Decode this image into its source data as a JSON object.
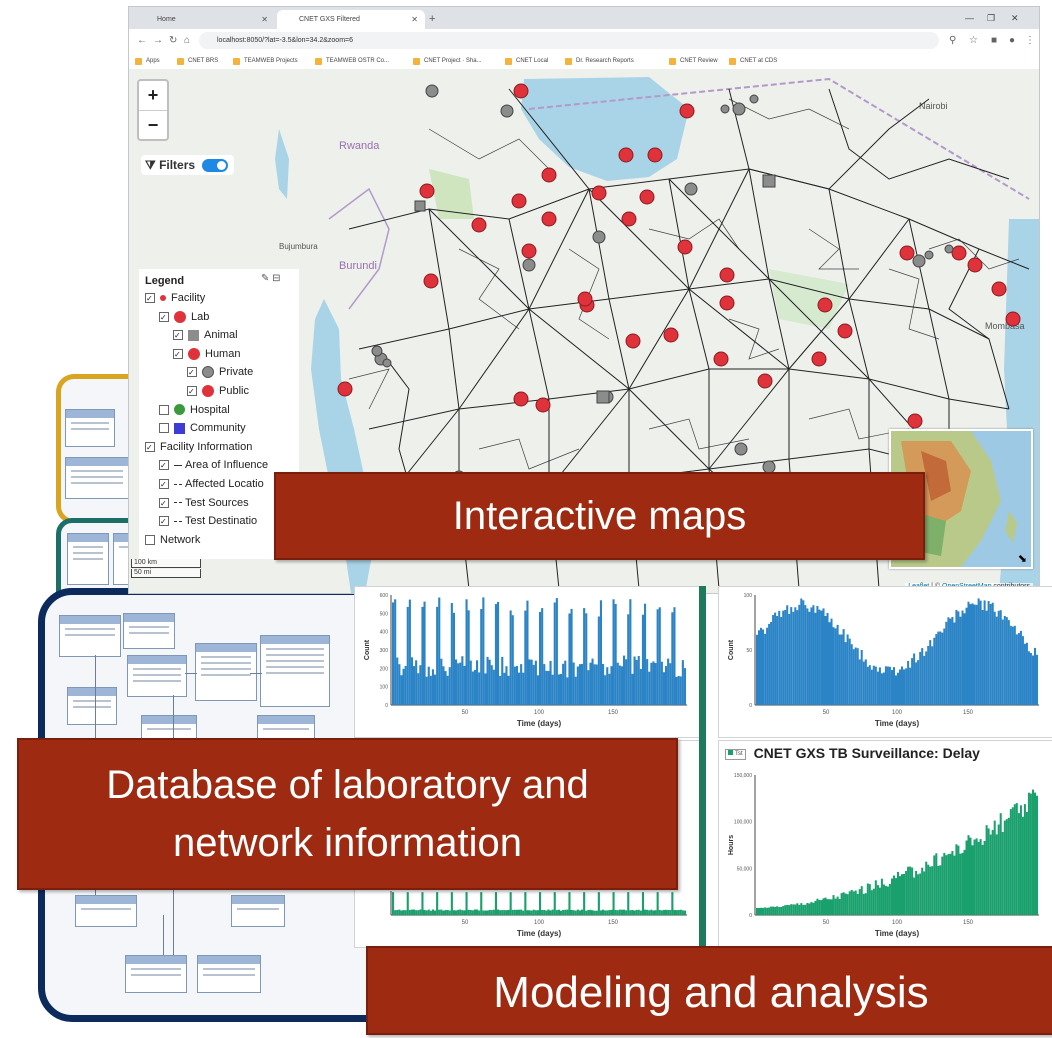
{
  "browser": {
    "tabs": [
      {
        "label": "Home",
        "active": false
      },
      {
        "label": "CNET GXS Filtered",
        "active": true
      }
    ],
    "window_controls": [
      "—",
      "❐",
      "✕"
    ],
    "url": "localhost:8050/?lat=-3.5&lon=34.2&zoom=6",
    "bookmarks": [
      "Apps",
      "CNET BRS",
      "TEAMWEB Projects",
      "TEAMWEB OSTR Co...",
      "CNET Project · Sha...",
      "CNET Local",
      "Dr. Research Reports",
      "CNET Review",
      "CNET at CDS"
    ]
  },
  "map": {
    "zoom_in": "+",
    "zoom_out": "−",
    "filters_label": "Filters",
    "filters_icon": "filter-icon",
    "place_labels": [
      "Rwanda",
      "Burundi",
      "Bujumbura",
      "Nairobi",
      "Mombasa"
    ],
    "legend": {
      "title": "Legend",
      "items": [
        {
          "label": "Facility",
          "checked": true,
          "swatch": "dot-red",
          "indent": 0
        },
        {
          "label": "Lab",
          "checked": true,
          "swatch": "circle-red",
          "indent": 1
        },
        {
          "label": "Animal",
          "checked": true,
          "swatch": "square-gray",
          "indent": 2
        },
        {
          "label": "Human",
          "checked": true,
          "swatch": "circle-red",
          "indent": 2
        },
        {
          "label": "Private",
          "checked": true,
          "swatch": "circle-gray",
          "indent": 3
        },
        {
          "label": "Public",
          "checked": true,
          "swatch": "circle-red",
          "indent": 3
        },
        {
          "label": "Hospital",
          "checked": false,
          "swatch": "circle-green",
          "indent": 1
        },
        {
          "label": "Community",
          "checked": false,
          "swatch": "square-blue",
          "indent": 1
        },
        {
          "label": "Facility Information",
          "checked": true,
          "swatch": "none",
          "indent": 0
        },
        {
          "label": "Area of Influence",
          "checked": true,
          "swatch": "line",
          "indent": 1
        },
        {
          "label": "Affected Locatio",
          "checked": true,
          "swatch": "dash",
          "indent": 1
        },
        {
          "label": "Test Sources",
          "checked": true,
          "swatch": "dash",
          "indent": 1
        },
        {
          "label": "Test Destinatio",
          "checked": true,
          "swatch": "dash",
          "indent": 1
        },
        {
          "label": "Network",
          "checked": false,
          "swatch": "none",
          "indent": 0
        }
      ]
    },
    "scale": [
      "100 km",
      "50 mi"
    ],
    "attribution": {
      "leaflet": "Leaflet",
      "sep": " | © ",
      "osm": "OpenStreetMap",
      "rest": " contributors"
    },
    "colors": {
      "lab_public": "#e0323a",
      "lab_private": "#8c8c8c",
      "water": "#a9d3e6",
      "roads": "#222222"
    }
  },
  "charts": [
    {
      "id": "count-series-blue",
      "title": "",
      "ylabel": "Count",
      "xlabel": "Time (days)",
      "color": "#2b84c6",
      "yticks": [
        "0",
        "100",
        "200",
        "300",
        "400",
        "500",
        "600"
      ],
      "xticks": [
        "50",
        "100",
        "150"
      ]
    },
    {
      "id": "count-series-blue-2",
      "title": "",
      "ylabel": "Count",
      "xlabel": "Time (days)",
      "color": "#2b84c6",
      "yticks": [
        "0",
        "50",
        "100"
      ],
      "xticks": [
        "50",
        "100",
        "150"
      ]
    },
    {
      "id": "count-series-green",
      "title": "",
      "ylabel": "",
      "xlabel": "Time (days)",
      "color": "#1aa06d",
      "yticks": [],
      "xticks": [
        "50",
        "100",
        "150"
      ]
    },
    {
      "id": "delay-series",
      "title": "CNET GXS TB Surveillance: Delay",
      "legend_chip": "Tst",
      "ylabel": "Hours",
      "xlabel": "Time (days)",
      "color": "#1aa06d",
      "yticks": [
        "0",
        "50,000",
        "100,000",
        "150,000"
      ],
      "xticks": [
        "50",
        "100",
        "150"
      ]
    }
  ],
  "banners": {
    "maps": "Interactive maps",
    "database_line1": "Database of laboratory and",
    "database_line2": "network information",
    "modeling": "Modeling and analysis"
  }
}
